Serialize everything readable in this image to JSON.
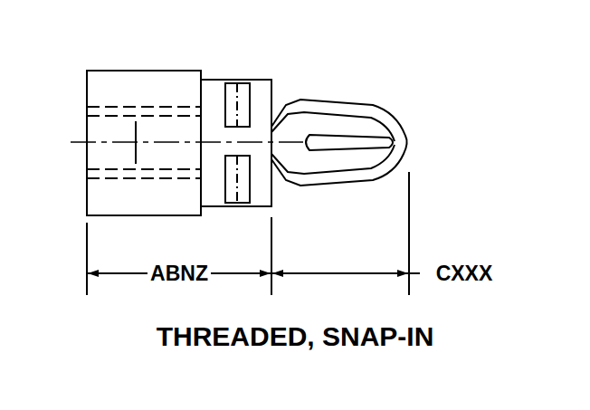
{
  "diagram": {
    "caption": "THREADED, SNAP-IN",
    "labels": [
      "ABNZ",
      "CXXX"
    ]
  }
}
